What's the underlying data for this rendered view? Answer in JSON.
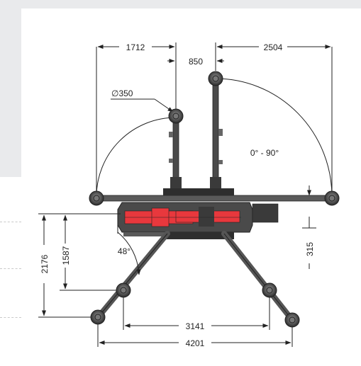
{
  "drawing": {
    "dimensions": {
      "left_leg_reach": "1712",
      "boom_gap": "850",
      "right_leg_reach": "2504",
      "pad_diameter": "∅350",
      "boom_angle": "0° - 90°",
      "height_overall": "2176",
      "height_inner": "1587",
      "leg_angle": "48°",
      "ground_offset": "315",
      "inner_width": "3141",
      "outer_width": "4201"
    },
    "colors": {
      "line": "#222222",
      "machine_body": "#4a4a4a",
      "hydraulic_red": "#e8383d",
      "pad": "#555555"
    }
  }
}
